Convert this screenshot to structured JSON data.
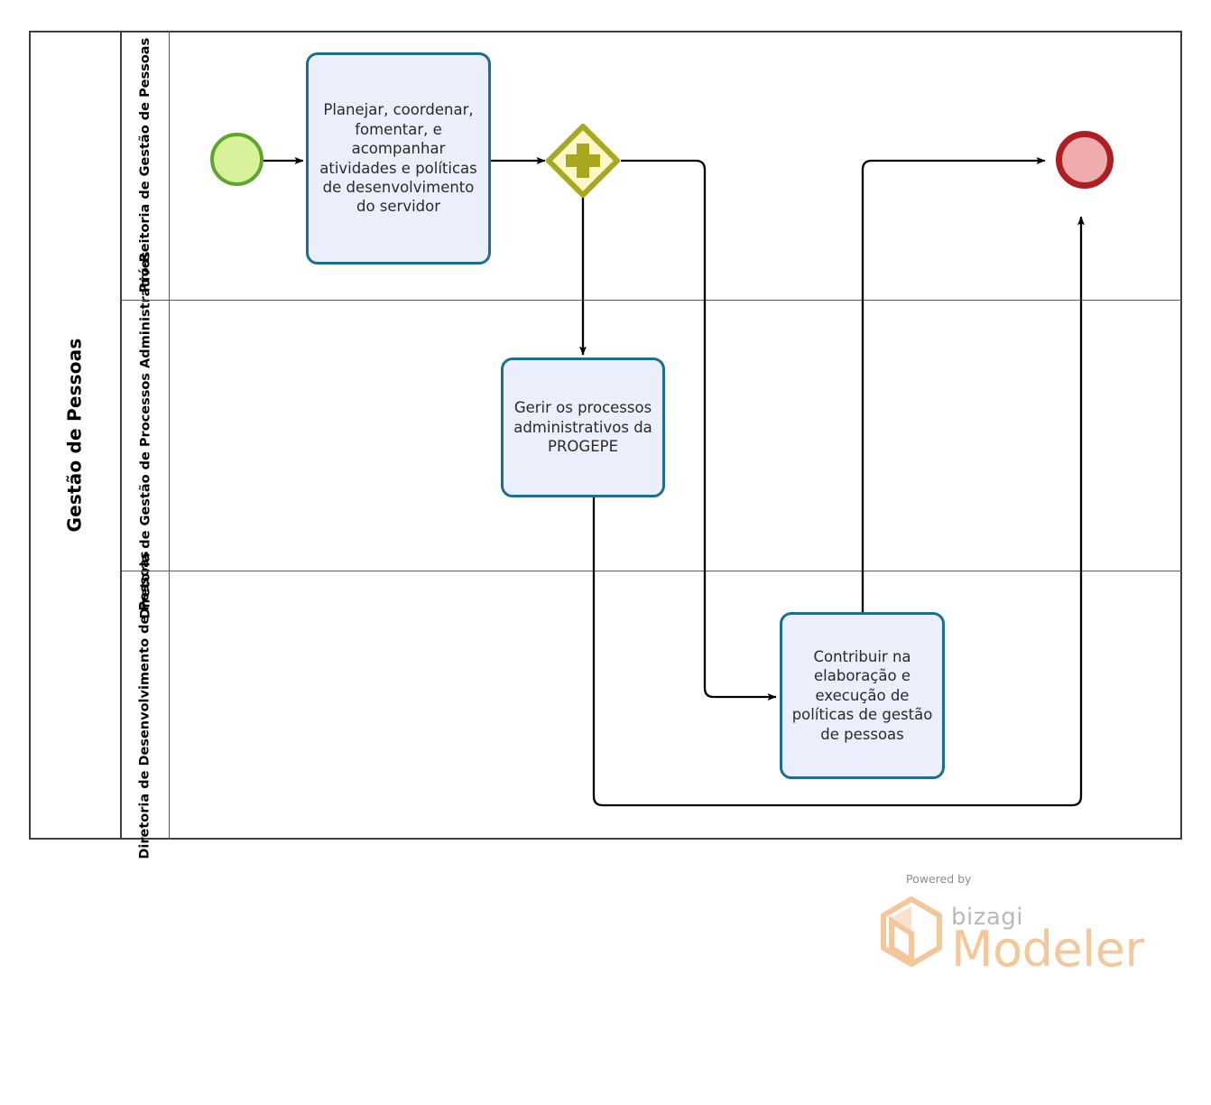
{
  "diagram": {
    "type": "bpmn-process",
    "pool": {
      "name": "Gestão de Pessoas"
    },
    "lanes": [
      {
        "id": "lane-pro-reitoria",
        "name": "Pró-Reitoria de Gestão de Pessoas"
      },
      {
        "id": "lane-processos-administrativos",
        "name": "Diretoria de Gestão de Processos Administrativos"
      },
      {
        "id": "lane-desenvolvimento",
        "name": "Diretoria de Desenvolvimento de Pessoas"
      }
    ],
    "elements": [
      {
        "id": "start-event",
        "kind": "start-event",
        "lane": "lane-pro-reitoria",
        "label": "",
        "fill": "#d7f29a",
        "stroke": "#5fa52b"
      },
      {
        "id": "task-planejar",
        "kind": "task",
        "lane": "lane-pro-reitoria",
        "label": "Planejar, coordenar, fomentar, e acompanhar atividades e políticas de desenvolvimento do servidor",
        "fill": "#eaeffb",
        "stroke": "#1b6d94"
      },
      {
        "id": "gateway-parallel",
        "kind": "parallel-gateway",
        "lane": "lane-pro-reitoria",
        "label": "",
        "fill": "#fbf7c8",
        "stroke": "#a8a81e"
      },
      {
        "id": "task-gerir",
        "kind": "task",
        "lane": "lane-processos-administrativos",
        "label": "Gerir os processos administrativos da PROGEPE",
        "fill": "#eaeffb",
        "stroke": "#1b6d94"
      },
      {
        "id": "task-contribuir",
        "kind": "task",
        "lane": "lane-desenvolvimento",
        "label": "Contribuir na elaboração e execução de políticas de gestão de pessoas",
        "fill": "#eaeffb",
        "stroke": "#1b6d94"
      },
      {
        "id": "end-event",
        "kind": "end-event",
        "lane": "lane-pro-reitoria",
        "label": "",
        "fill": "#efacac",
        "stroke": "#ae1f24"
      }
    ],
    "flows": [
      {
        "id": "flow-start-to-planejar",
        "from": "start-event",
        "to": "task-planejar"
      },
      {
        "id": "flow-planejar-to-gateway",
        "from": "task-planejar",
        "to": "gateway-parallel"
      },
      {
        "id": "flow-gateway-to-gerir",
        "from": "gateway-parallel",
        "to": "task-gerir"
      },
      {
        "id": "flow-gateway-to-contribuir",
        "from": "gateway-parallel",
        "to": "task-contribuir"
      },
      {
        "id": "flow-contribuir-to-end",
        "from": "task-contribuir",
        "to": "end-event"
      },
      {
        "id": "flow-gerir-to-end",
        "from": "task-gerir",
        "to": "end-event"
      }
    ]
  },
  "watermark": {
    "powered_by": "Powered by",
    "brand": "bizagi",
    "product": "Modeler",
    "color": "#f3c79a"
  }
}
